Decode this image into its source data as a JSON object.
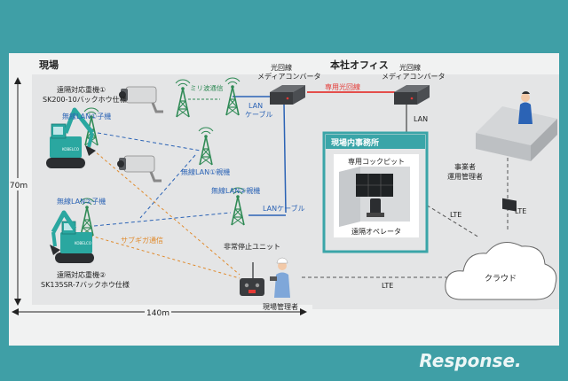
{
  "colors": {
    "frame": "#3f9fa6",
    "panel": "#f1f2f2",
    "site_area": "#e4e5e6",
    "office_area": "#e4e5e6",
    "onsite_office_border": "#3aa5a8",
    "blue_text": "#2b63b5",
    "orange_text": "#e08a2c",
    "red_line": "#e53935",
    "tower": "#2f8a55",
    "dark_text": "#222222"
  },
  "labels": {
    "site": "現場",
    "hq_office": "本社オフィス",
    "machine1_name": "遠隔対応重機①",
    "machine1_model": "SK200-10バックホウ仕様",
    "machine2_name": "遠隔対応重機②",
    "machine2_model": "SK135SR-7バックホウ仕様",
    "wlan1_child": "無線LAN①子機",
    "wlan2_child": "無線LAN②子機",
    "wlan1_parent": "無線LAN①親機",
    "wlan2_parent": "無線LAN②親機",
    "mmwave": "ミリ波通信",
    "media_conv_site_1": "光回線",
    "media_conv_site_2": "メディアコンバータ",
    "media_conv_hq_1": "光回線",
    "media_conv_hq_2": "メディアコンバータ",
    "dedicated_fiber": "専用光回線",
    "lan_cable_1": "LAN",
    "lan_cable_2": "ケーブル",
    "lan_cable_full": "LANケーブル",
    "lan": "LAN",
    "onsite_office": "現場内事務所",
    "cockpit": "専用コックピット",
    "remote_operator": "遠隔オペレータ",
    "sub_ghz": "サブギガ通信",
    "emergency_stop": "非常停止ユニット",
    "site_manager": "現場管理者",
    "business_op_1": "事業者",
    "business_op_2": "運用管理者",
    "cloud": "クラウド",
    "lte_1": "LTE",
    "lte_2": "LTE",
    "lte_3": "LTE",
    "dim_70m": "70m",
    "dim_140m": "140m",
    "machine_brand_1": "KOBELCO",
    "machine_brand_2": "KOBELCO",
    "logo": "Response."
  }
}
